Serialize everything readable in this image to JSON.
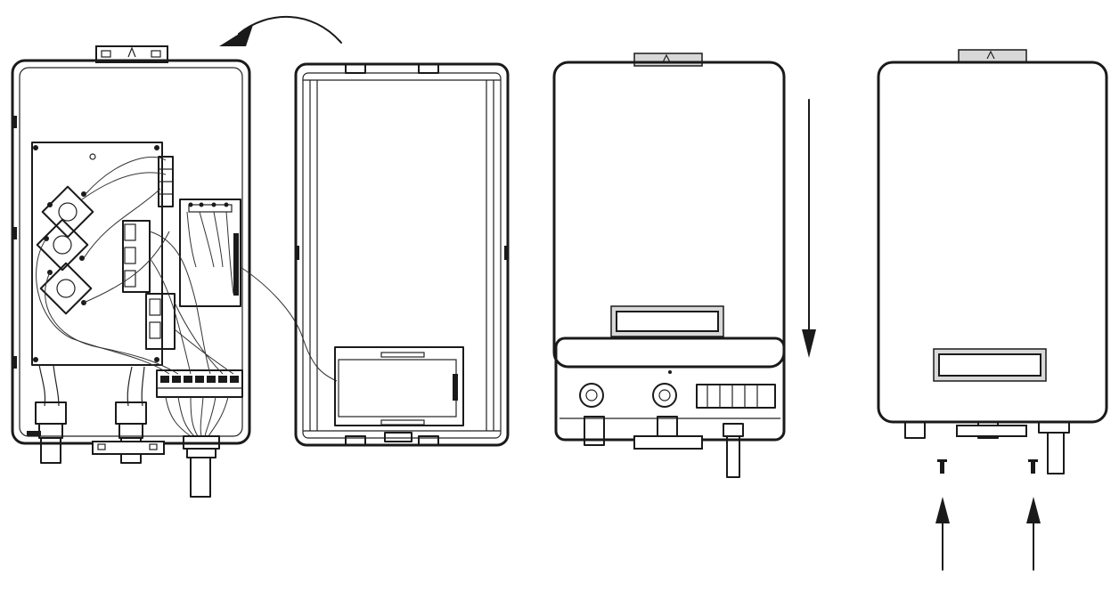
{
  "figure": {
    "panels": [
      "open-enclosure-interior",
      "removed-front-cover",
      "closed-enclosure-cover-sliding-down",
      "closed-enclosure-screws-fastened"
    ],
    "arrows": [
      "rotate-cover-arrow",
      "slide-down-arrow",
      "screw-in-arrow-left",
      "screw-in-arrow-right"
    ],
    "colors": {
      "line": "#1a1a1a",
      "background": "#ffffff",
      "label_fill": "#d8d8d8"
    }
  }
}
